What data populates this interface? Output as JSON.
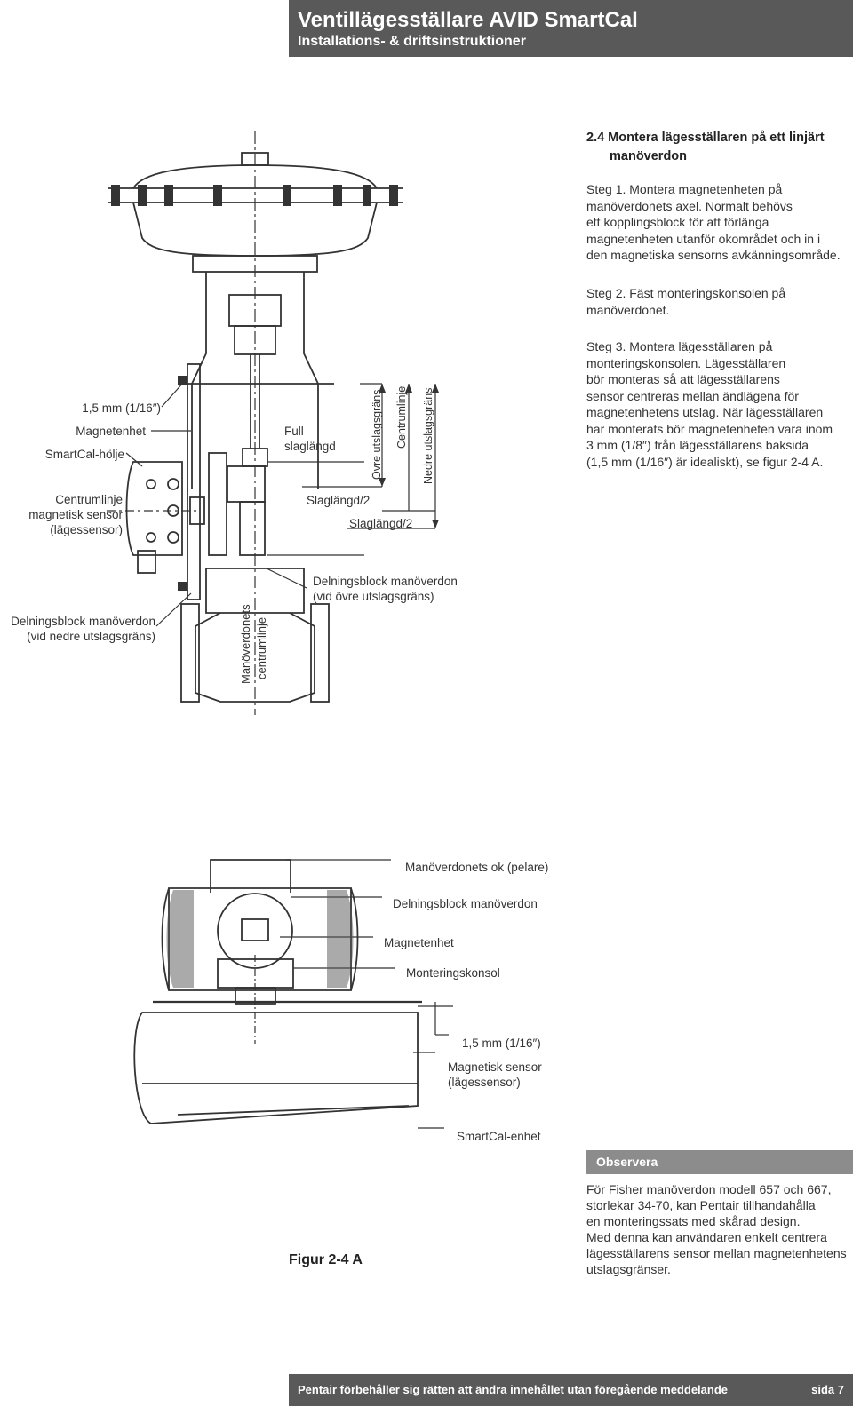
{
  "header": {
    "title": "Ventillägesställare AVID SmartCal",
    "subtitle": "Installations- & driftsinstruktioner"
  },
  "section": {
    "heading_line1": "2.4 Montera lägesställaren på ett linjärt",
    "heading_line2": "manöverdon"
  },
  "steps": [
    {
      "lines": [
        "Steg 1. Montera magnetenheten på",
        "manöverdonets axel. Normalt behövs",
        "ett kopplingsblock för att förlänga",
        "magnetenheten utanför okområdet och in i",
        "den magnetiska sensorns avkänningsområde."
      ]
    },
    {
      "lines": [
        "Steg 2. Fäst monteringskonsolen på",
        "manöverdonet."
      ]
    },
    {
      "lines": [
        "Steg 3. Montera lägesställaren på",
        "monteringskonsolen. Lägesställaren",
        "bör monteras så att lägesställarens",
        "sensor centreras mellan ändlägena för",
        "magnetenhetens utslag. När lägesställaren",
        "har monterats bör magnetenheten vara inom",
        "3 mm (1/8″) från lägesställarens baksida",
        "(1,5 mm (1/16″) är idealiskt), se figur 2-4 A."
      ]
    }
  ],
  "figure_top": {
    "gap_label": "1,5 mm (1/16″)",
    "magnet_label": "Magnetenhet",
    "housing_label": "SmartCal-hölje",
    "sensor_centerline": [
      "Centrumlinje",
      "magnetisk sensor",
      "(lägessensor)"
    ],
    "full_stroke": [
      "Full",
      "slaglängd"
    ],
    "upper_limit": "Övre utslagsgräns",
    "centerline": "Centrumlinje",
    "lower_limit": "Nedre utslagsgräns",
    "half_stroke_a": "Slaglängd/2",
    "half_stroke_b": "Slaglängd/2",
    "coupling_upper": [
      "Delningsblock manöverdon",
      "(vid övre utslagsgräns)"
    ],
    "coupling_lower": [
      "Delningsblock manöverdon",
      "(vid nedre utslagsgräns)"
    ],
    "actuator_centerline": [
      "Manöverdonets",
      "centrumlinje"
    ]
  },
  "figure_bottom": {
    "yoke": "Manöverdonets ok (pelare)",
    "coupling": "Delningsblock manöverdon",
    "magnet": "Magnetenhet",
    "bracket": "Monteringskonsol",
    "gap": "1,5 mm (1/16″)",
    "sensor": [
      "Magnetisk sensor",
      "(lägessensor)"
    ],
    "unit": "SmartCal-enhet"
  },
  "note": {
    "heading": "Observera",
    "lines": [
      "För Fisher manöverdon modell 657 och 667,",
      "storlekar 34-70, kan Pentair tillhandahålla",
      "en monteringssats med skårad design.",
      "Med denna kan användaren enkelt centrera",
      "lägesställarens sensor mellan magnetenhetens",
      "utslagsgränser."
    ]
  },
  "figure_caption": "Figur 2-4 A",
  "footer": {
    "text": "Pentair förbehåller sig rätten att ändra innehållet utan föregående meddelande",
    "page": "sida 7"
  }
}
